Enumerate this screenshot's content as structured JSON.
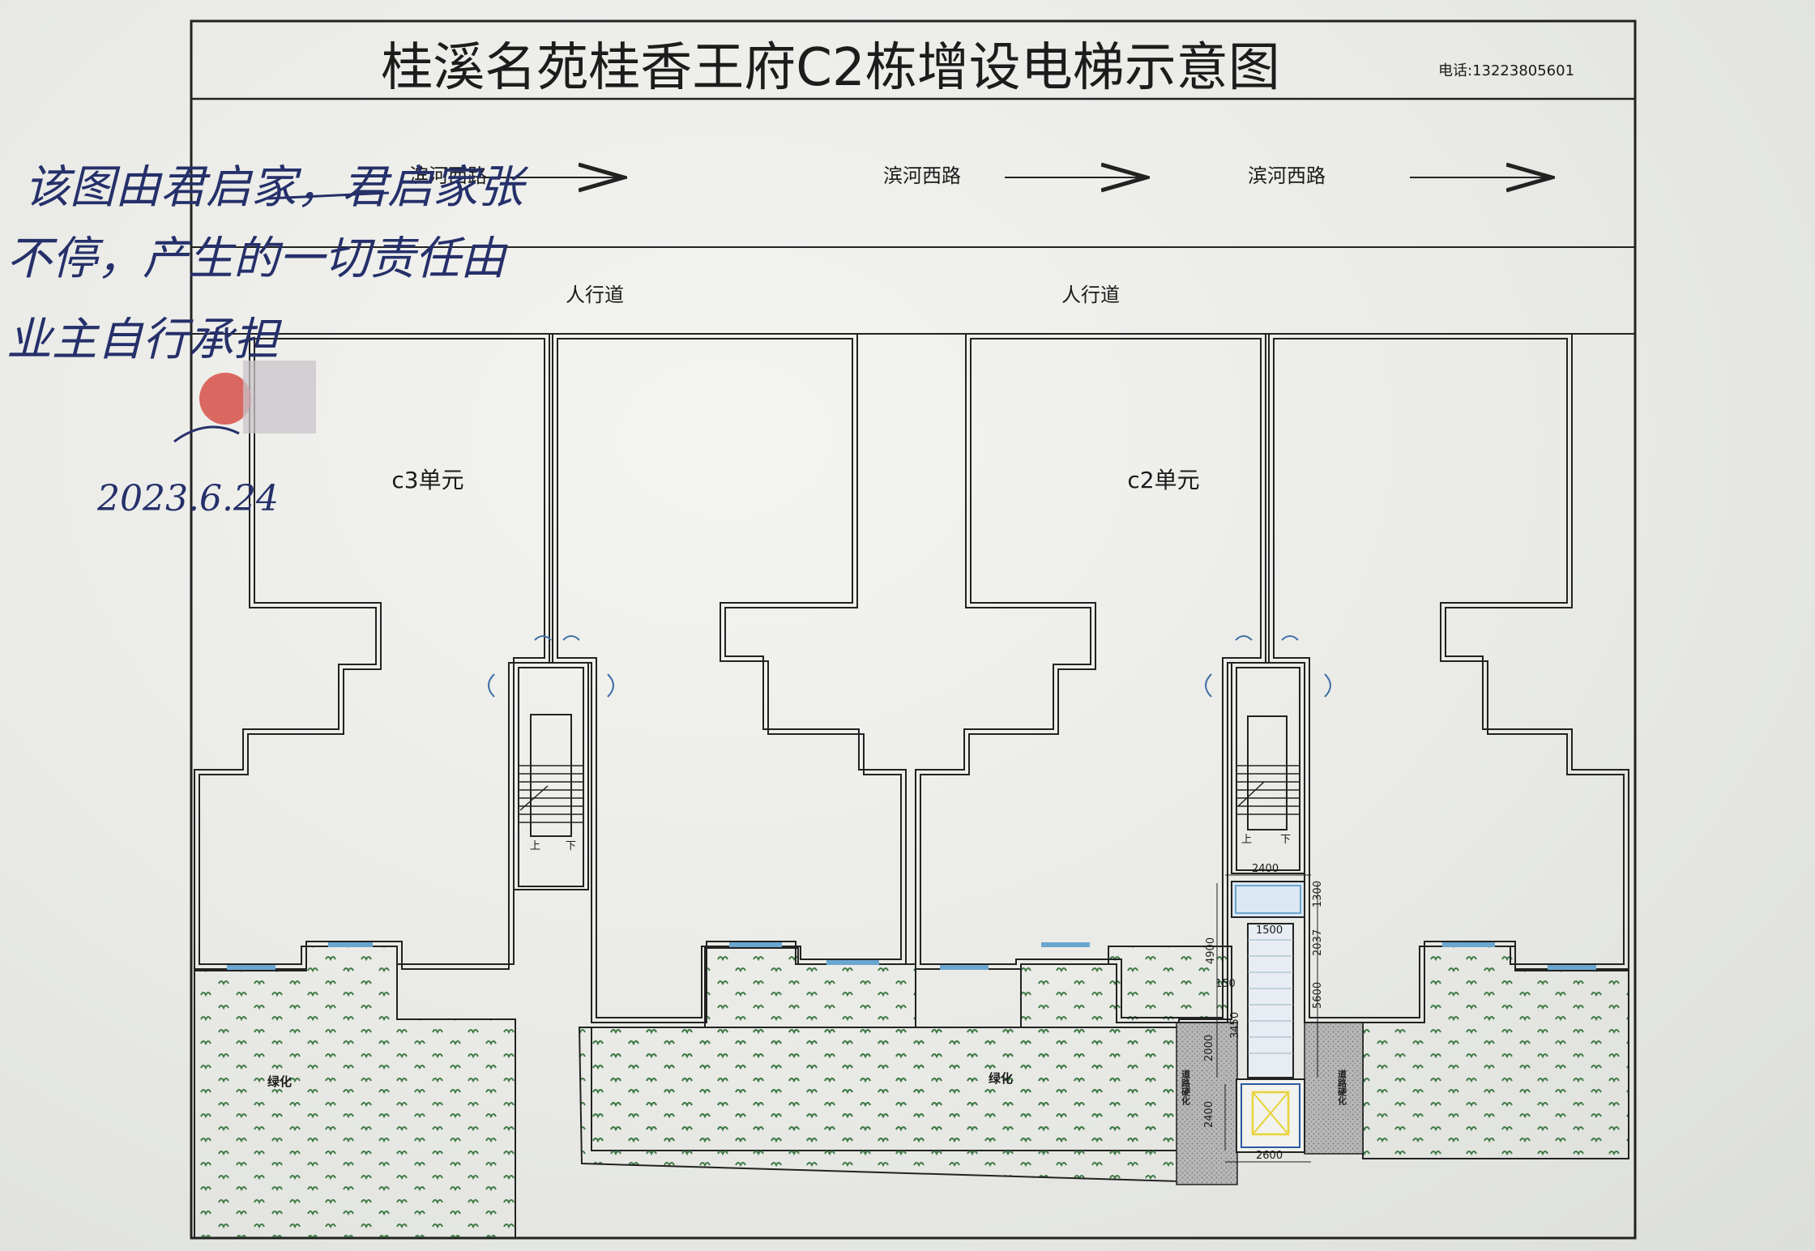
{
  "title": "桂溪名苑桂香王府C2栋增设电梯示意图",
  "phone": "电话:13223805601",
  "road_label": "滨河西路",
  "sidewalk_label": "人行道",
  "units": {
    "c3": "c3单元",
    "c2": "c2单元"
  },
  "greenery_label": "绿化",
  "stair": {
    "up": "上",
    "down": "下"
  },
  "dimensions": {
    "d2400_top": "2400",
    "d1500": "1500",
    "d1300": "1300",
    "d2037": "2037",
    "d4900": "4900",
    "d150": "150",
    "d5600": "5600",
    "d3450": "3450",
    "d2000": "2000",
    "d2400_side": "2400",
    "d2600": "2600"
  },
  "road_widen_label": "道路硬化",
  "handwriting": {
    "line1": "该图由君启家，君启家张",
    "line2": "不停，产生的一切责任由",
    "line3": "业主自行承担",
    "date": "2023.6.24"
  },
  "colors": {
    "ink": "#222222",
    "green_grass": "#3f7a46",
    "window_blue": "#6aa6cf",
    "hatch": "#9a9a9a",
    "elevator_yellow": "#e8d33a",
    "handwriting_ink": "#25306a",
    "stamp_red": "#d6453f"
  }
}
